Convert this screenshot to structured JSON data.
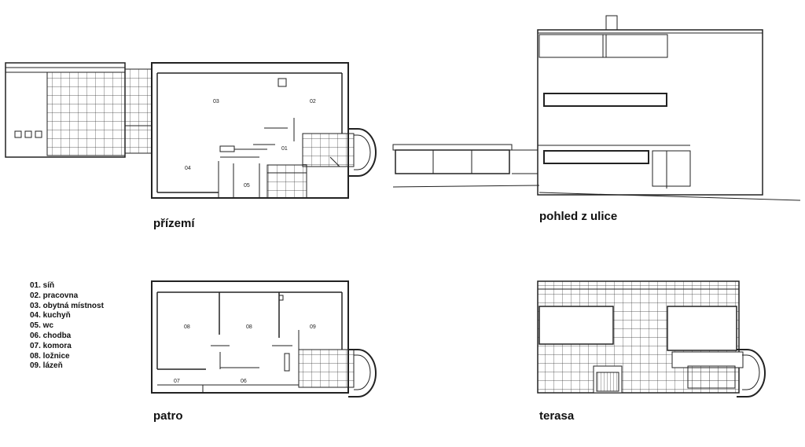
{
  "titles": {
    "ground_floor": "přízemí",
    "street_view": "pohled z ulice",
    "upper_floor": "patro",
    "terrace": "terasa"
  },
  "room_numbers": {
    "ground": [
      "01",
      "02",
      "03",
      "04",
      "05"
    ],
    "upper": [
      "06",
      "07",
      "08",
      "08",
      "09"
    ]
  },
  "legend": [
    "01. síň",
    "02. pracovna",
    "03. obytná místnost",
    "04. kuchyň",
    "05. wc",
    "06. chodba",
    "07. komora",
    "08. ložnice",
    "09. lázeň"
  ]
}
